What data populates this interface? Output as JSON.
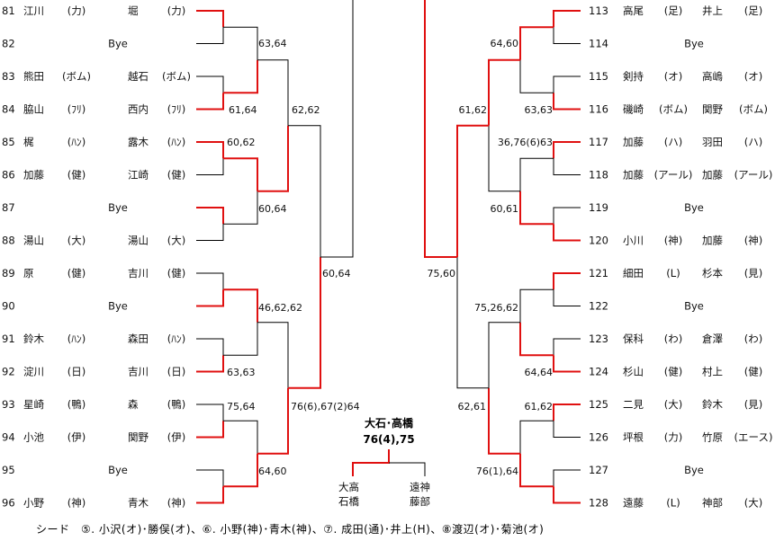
{
  "left_entries": [
    {
      "num": "81",
      "p1": "江川",
      "t1": "(力)",
      "p2": "堀",
      "t2": "(力)"
    },
    {
      "num": "82",
      "bye": "Bye"
    },
    {
      "num": "83",
      "p1": "熊田",
      "t1": "(ボム)",
      "p2": "越石",
      "t2": "(ボム)"
    },
    {
      "num": "84",
      "p1": "脇山",
      "t1": "(ﾌﾘ)",
      "p2": "西内",
      "t2": "(ﾌﾘ)"
    },
    {
      "num": "85",
      "p1": "梶",
      "t1": "(ﾊﾝ)",
      "p2": "露木",
      "t2": "(ﾊﾝ)"
    },
    {
      "num": "86",
      "p1": "加藤",
      "t1": "(健)",
      "p2": "江崎",
      "t2": "(健)"
    },
    {
      "num": "87",
      "bye": "Bye"
    },
    {
      "num": "88",
      "p1": "湯山",
      "t1": "(大)",
      "p2": "湯山",
      "t2": "(大)"
    },
    {
      "num": "89",
      "p1": "原",
      "t1": "(健)",
      "p2": "吉川",
      "t2": "(健)"
    },
    {
      "num": "90",
      "bye": "Bye"
    },
    {
      "num": "91",
      "p1": "鈴木",
      "t1": "(ﾊﾝ)",
      "p2": "森田",
      "t2": "(ﾊﾝ)"
    },
    {
      "num": "92",
      "p1": "淀川",
      "t1": "(日)",
      "p2": "吉川",
      "t2": "(日)"
    },
    {
      "num": "93",
      "p1": "星崎",
      "t1": "(鴨)",
      "p2": "森",
      "t2": "(鴨)"
    },
    {
      "num": "94",
      "p1": "小池",
      "t1": "(伊)",
      "p2": "関野",
      "t2": "(伊)"
    },
    {
      "num": "95",
      "bye": "Bye"
    },
    {
      "num": "96",
      "p1": "小野",
      "t1": "(神)",
      "p2": "青木",
      "t2": "(神)"
    }
  ],
  "right_entries": [
    {
      "num": "113",
      "p1": "高尾",
      "t1": "(足)",
      "p2": "井上",
      "t2": "(足)"
    },
    {
      "num": "114",
      "bye": "Bye"
    },
    {
      "num": "115",
      "p1": "剣持",
      "t1": "(オ)",
      "p2": "高嶋",
      "t2": "(オ)"
    },
    {
      "num": "116",
      "p1": "磯崎",
      "t1": "(ボム)",
      "p2": "関野",
      "t2": "(ボム)"
    },
    {
      "num": "117",
      "p1": "加藤",
      "t1": "(ハ)",
      "p2": "羽田",
      "t2": "(ハ)"
    },
    {
      "num": "118",
      "p1": "加藤",
      "t1": "(アール)",
      "p2": "加藤",
      "t2": "(アール)"
    },
    {
      "num": "119",
      "bye": "Bye"
    },
    {
      "num": "120",
      "p1": "小川",
      "t1": "(神)",
      "p2": "加藤",
      "t2": "(神)"
    },
    {
      "num": "121",
      "p1": "細田",
      "t1": "(L)",
      "p2": "杉本",
      "t2": "(見)"
    },
    {
      "num": "122",
      "bye": "Bye"
    },
    {
      "num": "123",
      "p1": "保科",
      "t1": "(わ)",
      "p2": "倉澤",
      "t2": "(わ)"
    },
    {
      "num": "124",
      "p1": "杉山",
      "t1": "(健)",
      "p2": "村上",
      "t2": "(健)"
    },
    {
      "num": "125",
      "p1": "二見",
      "t1": "(大)",
      "p2": "鈴木",
      "t2": "(見)"
    },
    {
      "num": "126",
      "p1": "坪根",
      "t1": "(力)",
      "p2": "竹原",
      "t2": "(エース)"
    },
    {
      "num": "127",
      "bye": "Bye"
    },
    {
      "num": "128",
      "p1": "遠藤",
      "t1": "(L)",
      "p2": "神部",
      "t2": "(大)"
    }
  ],
  "scores": {
    "l_r2_a": "63,64",
    "l_r2_b": "61,64",
    "l_r2_c": "60,62",
    "l_r2_d": "60,64",
    "l_r2_e": "46,62,62",
    "l_r2_f": "63,63",
    "l_r2_g": "75,64",
    "l_r2_h": "64,60",
    "l_r3_a": "62,62",
    "l_r3_b": "76(6),67(2)64",
    "l_r4": "60,64",
    "r_r2_a": "64,60",
    "r_r2_b": "63,63",
    "r_r2_c": "36,76(6)63",
    "r_r2_d": "60,61",
    "r_r2_e": "75,26,62",
    "r_r2_f": "64,64",
    "r_r2_g": "61,62",
    "r_r2_h": "76(1),64",
    "r_r3_a": "61,62",
    "r_r3_b": "62,61",
    "r_r4": "75,60"
  },
  "final": {
    "winner_label": "大石･高橋",
    "score": "76(4),75",
    "left_finalist_line1": "大高",
    "left_finalist_line2": "石橋",
    "right_finalist_line1": "遠神",
    "right_finalist_line2": "藤部"
  },
  "seed_note": "シード　⑤. 小沢(オ)･勝俣(オ)、⑥. 小野(神)･青木(神)、⑦. 成田(通)･井上(H)、⑧渡辺(オ)･菊池(オ)",
  "colors": {
    "win_line": "#e01010",
    "line": "#000000"
  }
}
